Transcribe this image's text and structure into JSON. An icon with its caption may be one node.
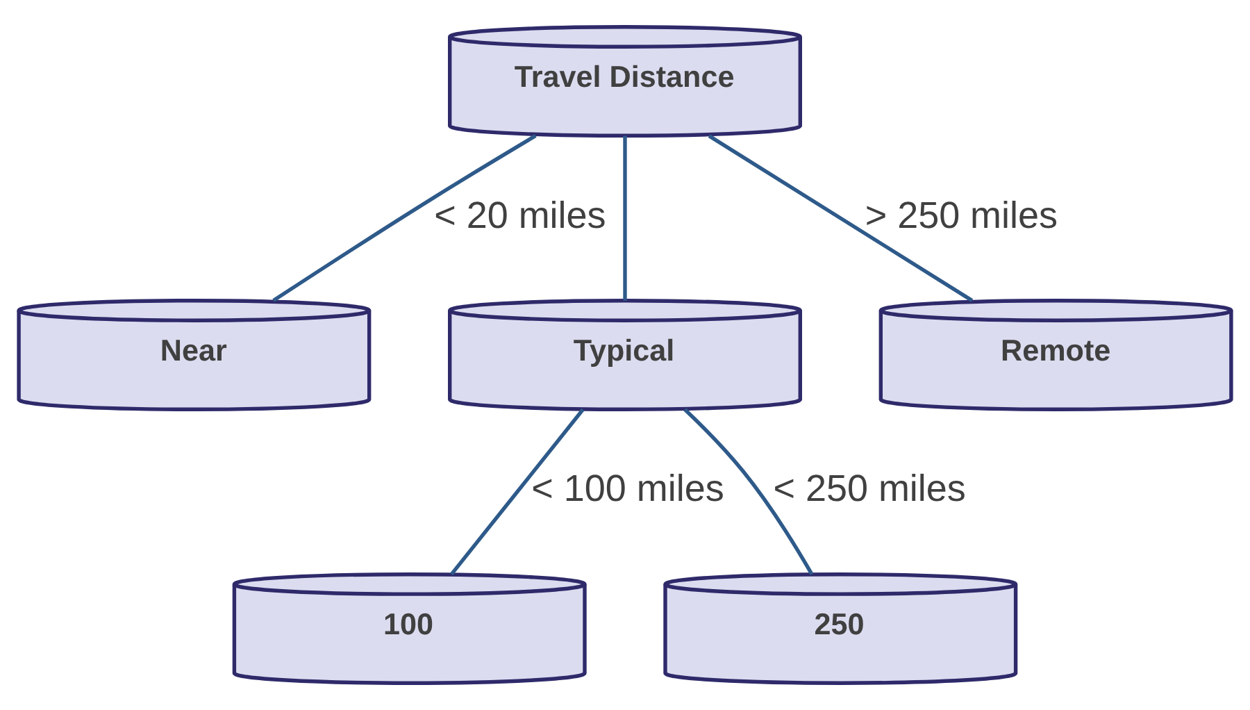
{
  "diagram": {
    "nodes": [
      {
        "text": [
          "Travel Distance"
        ]
      },
      {
        "text": [
          "Near"
        ]
      },
      {
        "text": [
          "Typical"
        ]
      },
      {
        "text": [
          "Remote"
        ]
      },
      {
        "text": [
          "100"
        ]
      },
      {
        "text": [
          "250"
        ]
      }
    ],
    "edges": [
      {
        "from": 0,
        "to": 1,
        "arrow": "none",
        "label": "< 20 miles"
      },
      {
        "from": 0,
        "to": 2,
        "arrow": "none"
      },
      {
        "from": 0,
        "to": 3,
        "arrow": "none",
        "label": "> 250 miles"
      },
      {
        "from": 2,
        "to": 4,
        "arrow": "none",
        "label": "< 100 miles"
      },
      {
        "from": 2,
        "to": 5,
        "arrow": "none",
        "label": "< 250 miles"
      }
    ]
  }
}
